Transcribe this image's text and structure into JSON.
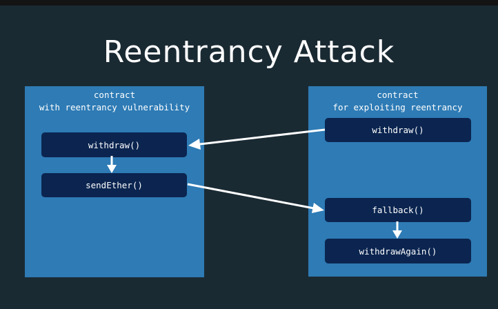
{
  "title": "Reentrancy Attack",
  "left_contract": {
    "heading_line1": "contract",
    "heading_line2": "with reentrancy vulnerability",
    "boxes": [
      "withdraw()",
      "sendEther()"
    ]
  },
  "right_contract": {
    "heading_line1": "contract",
    "heading_line2": "for exploiting reentrancy",
    "boxes": [
      "withdraw()",
      "fallback()",
      "withdrawAgain()"
    ]
  },
  "colors": {
    "background": "#1a2a33",
    "panel": "#2e7bb5",
    "box": "#0b2550",
    "text": "#ffffff",
    "arrow": "#ffffff"
  }
}
